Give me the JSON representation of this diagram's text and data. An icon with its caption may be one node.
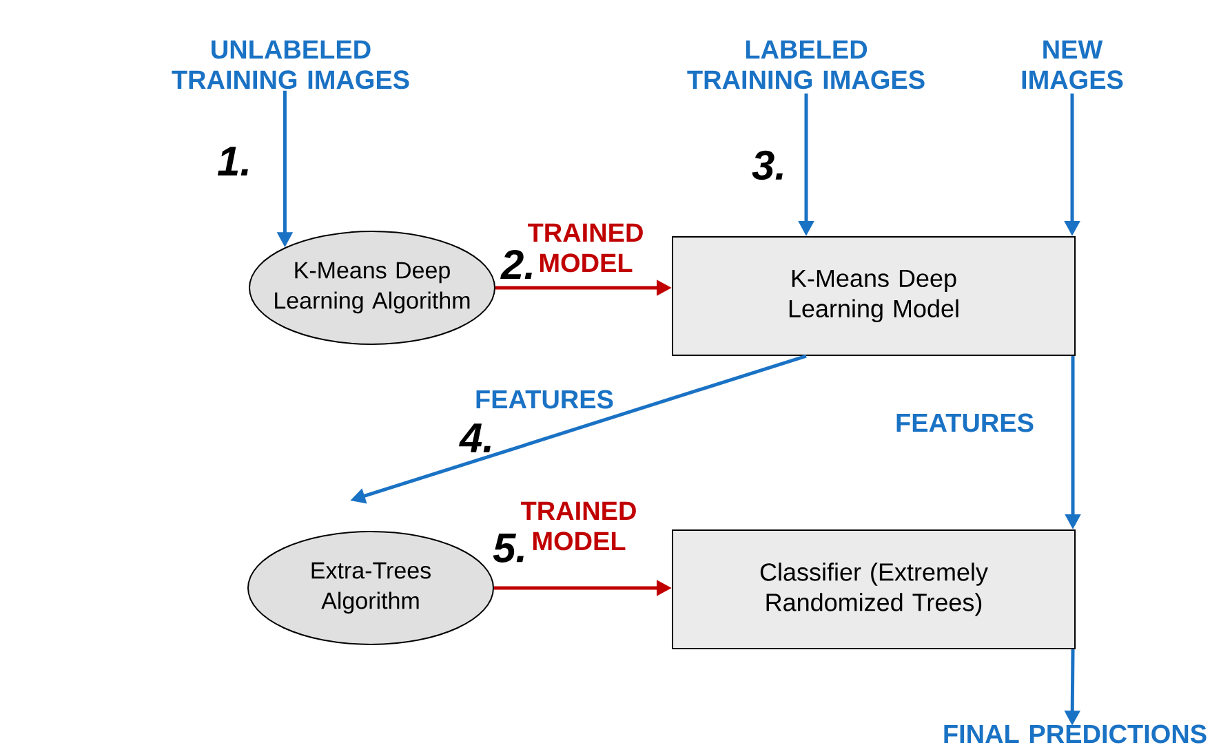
{
  "diagram": {
    "nodes": [
      {
        "text": [
          "UNLABELED TRAINING IMAGES"
        ]
      },
      {
        "text": [
          "LABELED TRAINING IMAGES"
        ]
      },
      {
        "text": [
          "NEW IMAGES"
        ]
      },
      {
        "text": [
          "K-Means Deep Learning Algorithm"
        ]
      },
      {
        "text": [
          "K-Means Deep Learning Model"
        ]
      },
      {
        "text": [
          "Extra-Trees Algorithm"
        ]
      },
      {
        "text": [
          "Classifier (Extremely Randomized Trees)"
        ]
      },
      {
        "text": [
          "FINAL PREDICTIONS"
        ]
      }
    ],
    "edges": [
      {
        "from": 0,
        "to": 3,
        "arrow": "to"
      },
      {
        "from": 3,
        "to": 4,
        "arrow": "to",
        "label": "TRAINED MODEL",
        "color": "#c00000"
      },
      {
        "from": 1,
        "to": 4,
        "arrow": "to"
      },
      {
        "from": 2,
        "to": 4,
        "arrow": "to"
      },
      {
        "from": 4,
        "to": 5,
        "arrow": "to",
        "label": "FEATURES"
      },
      {
        "from": 4,
        "to": 6,
        "arrow": "to",
        "label": "FEATURES"
      },
      {
        "from": 5,
        "to": 6,
        "arrow": "to",
        "label": "TRAINED MODEL",
        "color": "#c00000"
      },
      {
        "from": 6,
        "to": 7,
        "arrow": "to"
      }
    ],
    "labels": [
      "1.",
      "2.",
      "3.",
      "4.",
      "5."
    ]
  }
}
